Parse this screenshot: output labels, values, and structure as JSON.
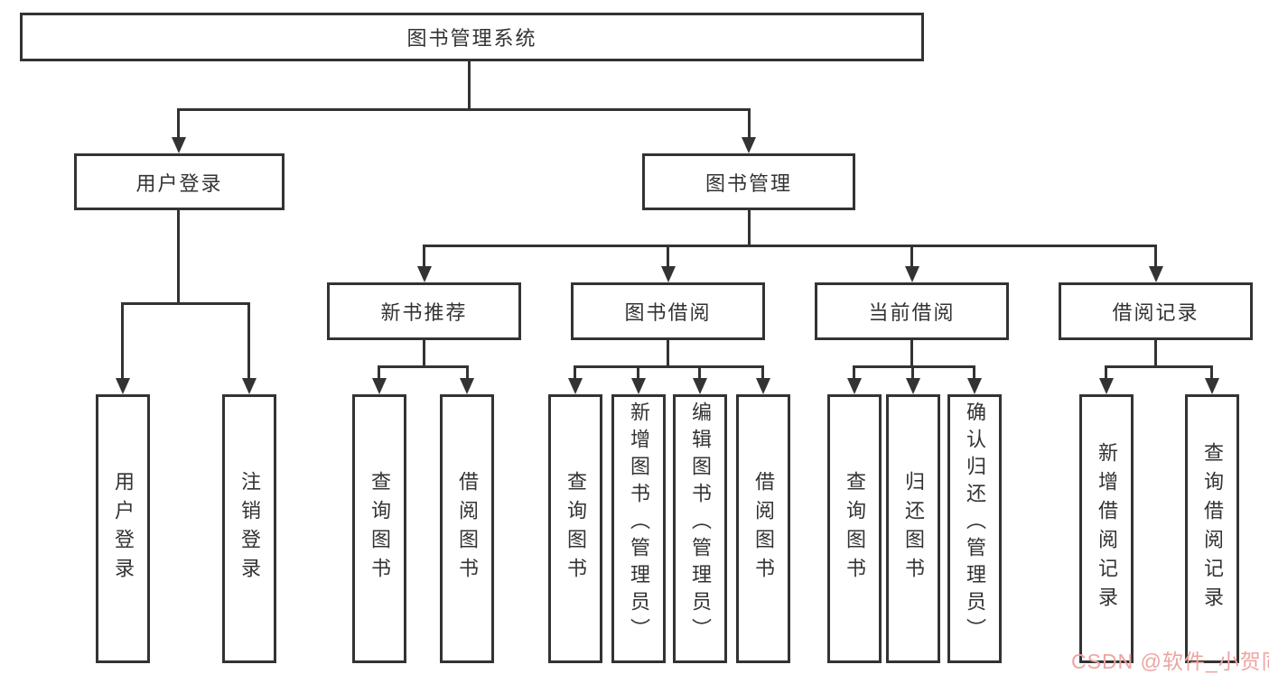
{
  "colors": {
    "line": "#333333",
    "text": "#333333",
    "watermark": "#eda5a2"
  },
  "nodes": {
    "root": {
      "label": "图书管理系统"
    },
    "level2": [
      {
        "label": "用户登录"
      },
      {
        "label": "图书管理"
      }
    ],
    "level3": [
      {
        "label": "新书推荐"
      },
      {
        "label": "图书借阅"
      },
      {
        "label": "当前借阅"
      },
      {
        "label": "借阅记录"
      }
    ],
    "leaves": [
      {
        "label": "用户登录"
      },
      {
        "label": "注销登录"
      },
      {
        "label": "查询图书"
      },
      {
        "label": "借阅图书"
      },
      {
        "label": "查询图书"
      },
      {
        "label": "新增图书（管理员）"
      },
      {
        "label": "编辑图书（管理员）"
      },
      {
        "label": "借阅图书"
      },
      {
        "label": "查询图书"
      },
      {
        "label": "归还图书"
      },
      {
        "label": "确认归还（管理员）"
      },
      {
        "label": "新增借阅记录"
      },
      {
        "label": "查询借阅记录"
      }
    ]
  },
  "watermark": {
    "text": "CSDN @软件_小贺同学"
  }
}
